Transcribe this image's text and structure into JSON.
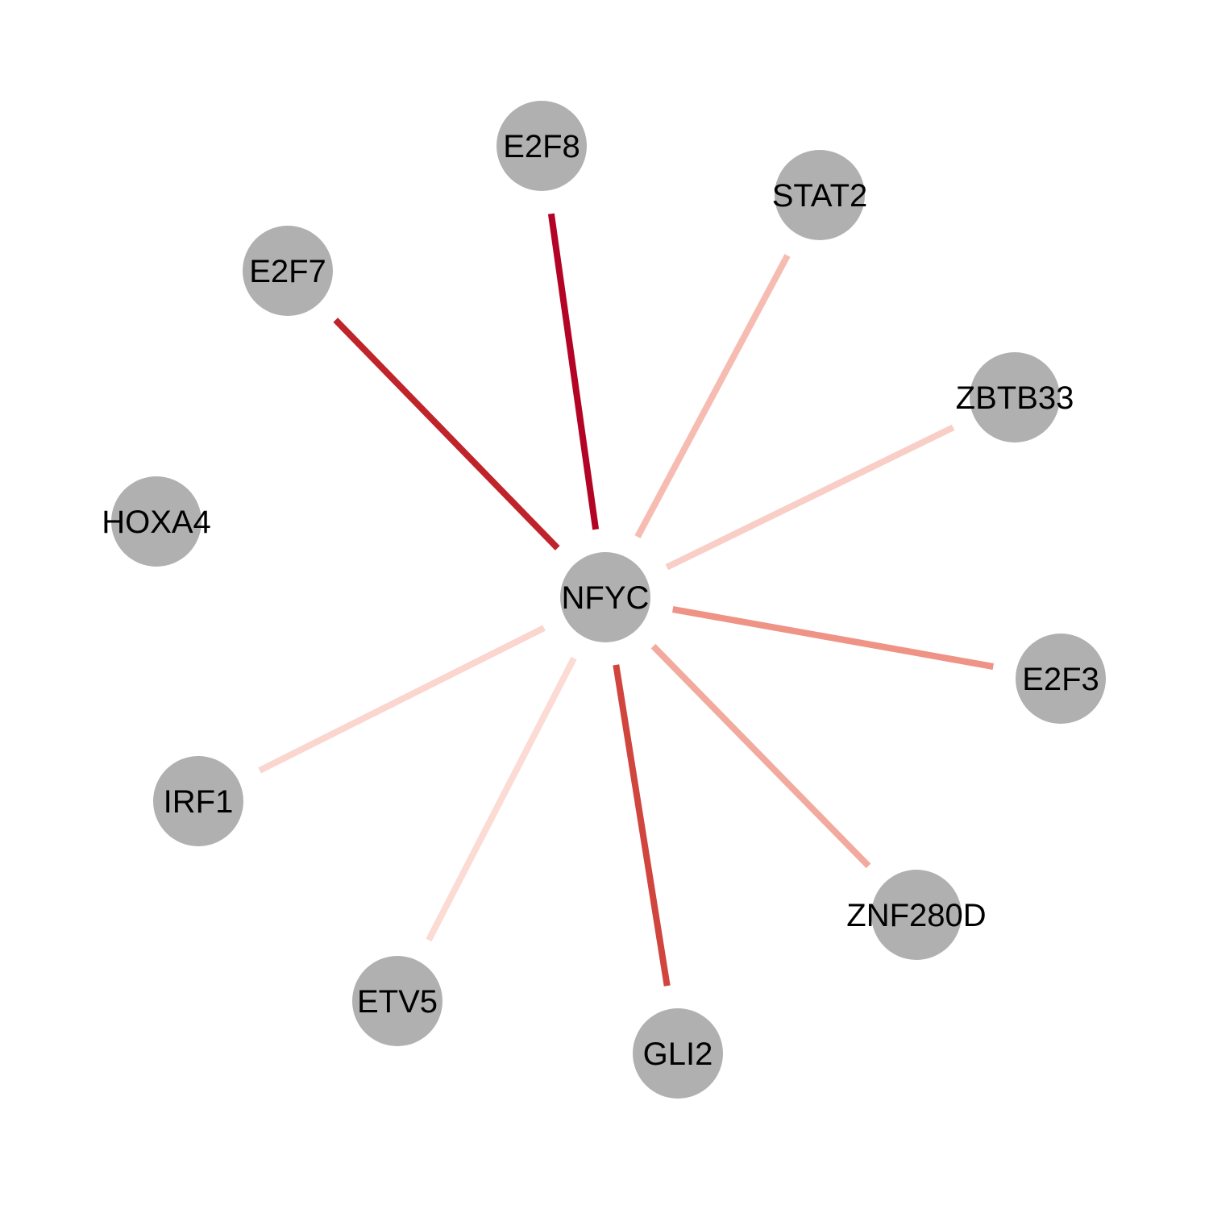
{
  "network": {
    "hub": "NFYC",
    "node_color": "#b0b0b0",
    "nodes": [
      {
        "id": "NFYC",
        "label": "NFYC"
      },
      {
        "id": "E2F8",
        "label": "E2F8"
      },
      {
        "id": "STAT2",
        "label": "STAT2"
      },
      {
        "id": "E2F7",
        "label": "E2F7"
      },
      {
        "id": "ZBTB33",
        "label": "ZBTB33"
      },
      {
        "id": "HOXA4",
        "label": "HOXA4"
      },
      {
        "id": "E2F3",
        "label": "E2F3"
      },
      {
        "id": "IRF1",
        "label": "IRF1"
      },
      {
        "id": "ZNF280D",
        "label": "ZNF280D"
      },
      {
        "id": "ETV5",
        "label": "ETV5"
      },
      {
        "id": "GLI2",
        "label": "GLI2"
      }
    ],
    "edges": [
      {
        "source": "NFYC",
        "target": "E2F8",
        "color": "#b40426"
      },
      {
        "source": "NFYC",
        "target": "E2F7",
        "color": "#c0242b"
      },
      {
        "source": "NFYC",
        "target": "GLI2",
        "color": "#d1453f"
      },
      {
        "source": "NFYC",
        "target": "E2F3",
        "color": "#ee9385"
      },
      {
        "source": "NFYC",
        "target": "ZNF280D",
        "color": "#f2aa9e"
      },
      {
        "source": "NFYC",
        "target": "STAT2",
        "color": "#f6bcb2"
      },
      {
        "source": "NFYC",
        "target": "ZBTB33",
        "color": "#f8cec6"
      },
      {
        "source": "NFYC",
        "target": "IRF1",
        "color": "#fad6cf"
      },
      {
        "source": "NFYC",
        "target": "ETV5",
        "color": "#fbdbd4"
      }
    ]
  }
}
